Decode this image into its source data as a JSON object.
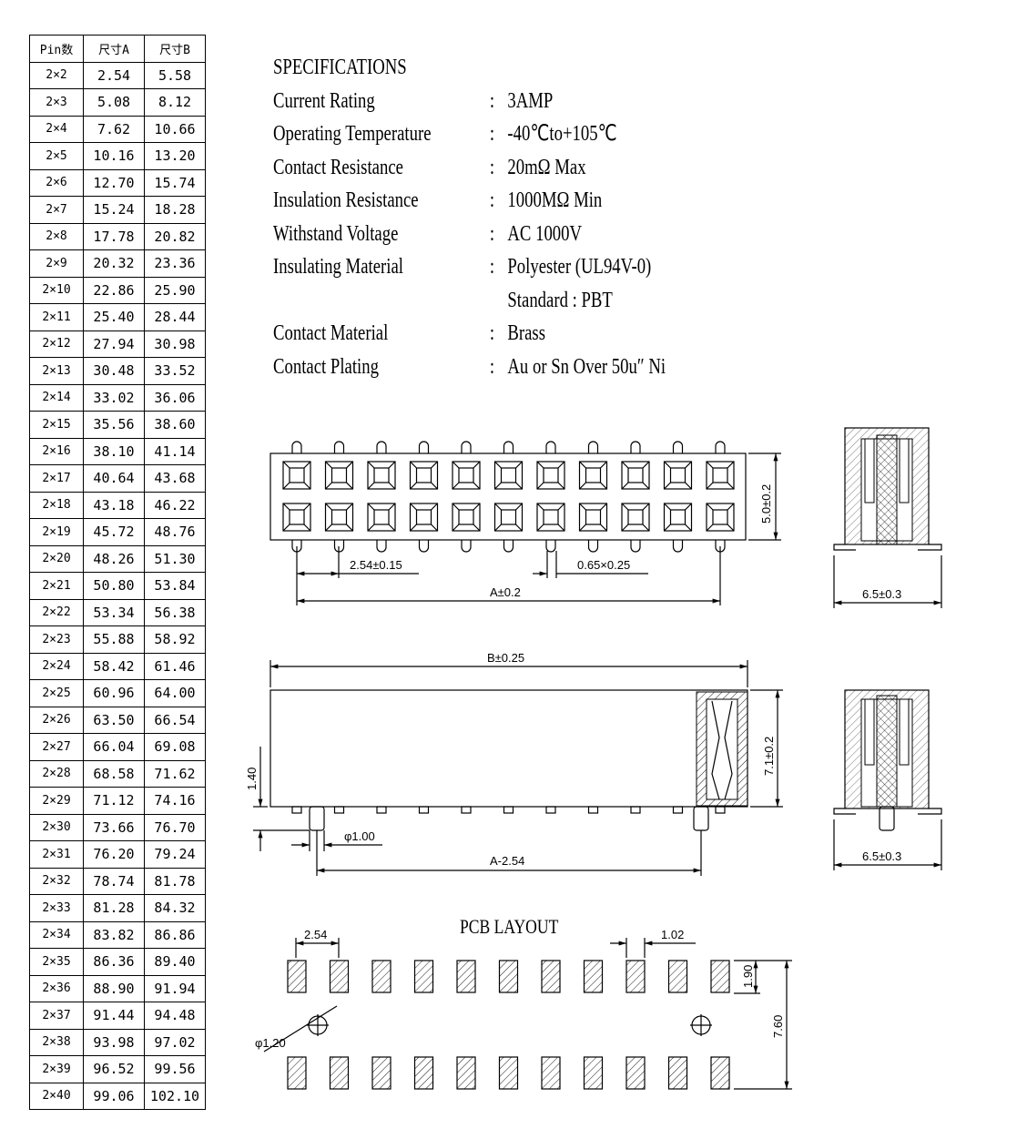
{
  "table": {
    "headers": [
      "Pin数",
      "尺寸A",
      "尺寸B"
    ],
    "rows": [
      [
        "2×2",
        "2.54",
        "5.58"
      ],
      [
        "2×3",
        "5.08",
        "8.12"
      ],
      [
        "2×4",
        "7.62",
        "10.66"
      ],
      [
        "2×5",
        "10.16",
        "13.20"
      ],
      [
        "2×6",
        "12.70",
        "15.74"
      ],
      [
        "2×7",
        "15.24",
        "18.28"
      ],
      [
        "2×8",
        "17.78",
        "20.82"
      ],
      [
        "2×9",
        "20.32",
        "23.36"
      ],
      [
        "2×10",
        "22.86",
        "25.90"
      ],
      [
        "2×11",
        "25.40",
        "28.44"
      ],
      [
        "2×12",
        "27.94",
        "30.98"
      ],
      [
        "2×13",
        "30.48",
        "33.52"
      ],
      [
        "2×14",
        "33.02",
        "36.06"
      ],
      [
        "2×15",
        "35.56",
        "38.60"
      ],
      [
        "2×16",
        "38.10",
        "41.14"
      ],
      [
        "2×17",
        "40.64",
        "43.68"
      ],
      [
        "2×18",
        "43.18",
        "46.22"
      ],
      [
        "2×19",
        "45.72",
        "48.76"
      ],
      [
        "2×20",
        "48.26",
        "51.30"
      ],
      [
        "2×21",
        "50.80",
        "53.84"
      ],
      [
        "2×22",
        "53.34",
        "56.38"
      ],
      [
        "2×23",
        "55.88",
        "58.92"
      ],
      [
        "2×24",
        "58.42",
        "61.46"
      ],
      [
        "2×25",
        "60.96",
        "64.00"
      ],
      [
        "2×26",
        "63.50",
        "66.54"
      ],
      [
        "2×27",
        "66.04",
        "69.08"
      ],
      [
        "2×28",
        "68.58",
        "71.62"
      ],
      [
        "2×29",
        "71.12",
        "74.16"
      ],
      [
        "2×30",
        "73.66",
        "76.70"
      ],
      [
        "2×31",
        "76.20",
        "79.24"
      ],
      [
        "2×32",
        "78.74",
        "81.78"
      ],
      [
        "2×33",
        "81.28",
        "84.32"
      ],
      [
        "2×34",
        "83.82",
        "86.86"
      ],
      [
        "2×35",
        "86.36",
        "89.40"
      ],
      [
        "2×36",
        "88.90",
        "91.94"
      ],
      [
        "2×37",
        "91.44",
        "94.48"
      ],
      [
        "2×38",
        "93.98",
        "97.02"
      ],
      [
        "2×39",
        "96.52",
        "99.56"
      ],
      [
        "2×40",
        "99.06",
        "102.10"
      ]
    ]
  },
  "specifications": {
    "title": "SPECIFICATIONS",
    "items": [
      {
        "label": "Current Rating",
        "value": "3AMP"
      },
      {
        "label": "Operating Temperature",
        "value": "-40℃to+105℃"
      },
      {
        "label": "Contact Resistance",
        "value": "20mΩ Max"
      },
      {
        "label": "Insulation Resistance",
        "value": "1000MΩ Min"
      },
      {
        "label": "Withstand Voltage",
        "value": "AC 1000V"
      },
      {
        "label": "Insulating Material",
        "value": "Polyester (UL94V-0)"
      },
      {
        "label": "",
        "value": "Standard : PBT"
      },
      {
        "label": "Contact Material",
        "value": "Brass"
      },
      {
        "label": "Contact Plating",
        "value": "Au or Sn Over 50u″ Ni"
      }
    ]
  },
  "drawing": {
    "pitch": "2.54±0.15",
    "pin_size": "0.65×0.25",
    "dim_a": "A±0.2",
    "height_top": "5.0±0.2",
    "side_width": "6.5±0.3",
    "dim_b": "B±0.25",
    "height_side": "7.1±0.2",
    "standoff": "1.40",
    "post_dia": "φ1.00",
    "dim_a_minus": "A-2.54",
    "side_width_2": "6.5±0.3"
  },
  "pcb": {
    "title": "PCB LAYOUT",
    "pitch": "2.54",
    "pad_width": "1.02",
    "pad_length": "1.90",
    "row_span": "7.60",
    "hole_dia": "φ1.20"
  }
}
